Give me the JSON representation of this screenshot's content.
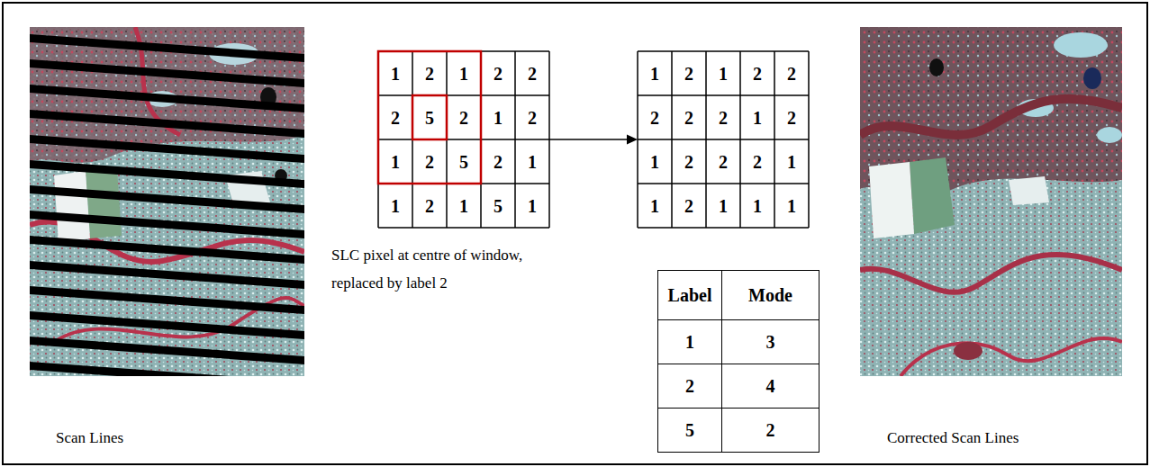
{
  "diagram": {
    "nodes": [
      {
        "text": [
          "1",
          "2",
          "1",
          "2",
          "2",
          "2",
          "5",
          "2",
          "1",
          "2",
          "1",
          "2",
          "5",
          "2",
          "1",
          "1",
          "2",
          "1",
          "5",
          "1"
        ]
      },
      {
        "text": [
          "1",
          "2",
          "1",
          "2",
          "2",
          "2",
          "2",
          "2",
          "1",
          "2",
          "1",
          "2",
          "2",
          "2",
          "1",
          "1",
          "2",
          "1",
          "1",
          "1"
        ]
      }
    ],
    "edges": [
      {
        "from": 0,
        "to": 1,
        "arrow": "to"
      }
    ],
    "labels": [
      "Scan Lines",
      "SLC pixel at centre of window, replaced by label 2",
      "Label",
      "Mode",
      "1",
      "3",
      "2",
      "4",
      "5",
      "2",
      "Corrected Scan Lines"
    ]
  }
}
